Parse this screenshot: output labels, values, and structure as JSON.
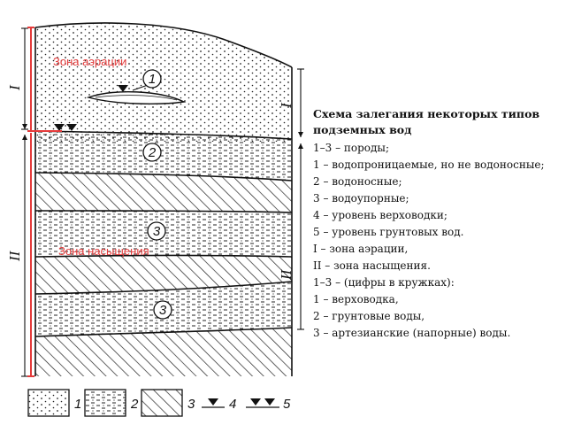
{
  "diagram": {
    "zone_labels": {
      "aeration": "Зона аэрации",
      "saturation": "Зона насыщения"
    },
    "roman": {
      "zone1": "I",
      "zone2": "II"
    },
    "circled_numbers": [
      "1",
      "2",
      "3",
      "3"
    ],
    "legend": [
      "1",
      "2",
      "3",
      "4",
      "5"
    ],
    "colors": {
      "zone_marker": "#e53b3b",
      "ink": "#111111"
    }
  },
  "caption": {
    "title": "Схема залегания некоторых типов подземных вод",
    "lines": [
      "1–3 – породы;",
      "1 – водопроницаемые, но не водоносные;",
      "2 – водоносные;",
      "3 – водоупорные;",
      "4 – уровень верховодки;",
      "5 – уровень грунтовых вод.",
      "I – зона аэрации,",
      "II – зона насыщения.",
      "1–3 – (цифры в кружках):",
      "1 – верховодка,",
      "2 – грунтовые воды,",
      "3 – артезианские (напорные) воды."
    ]
  }
}
